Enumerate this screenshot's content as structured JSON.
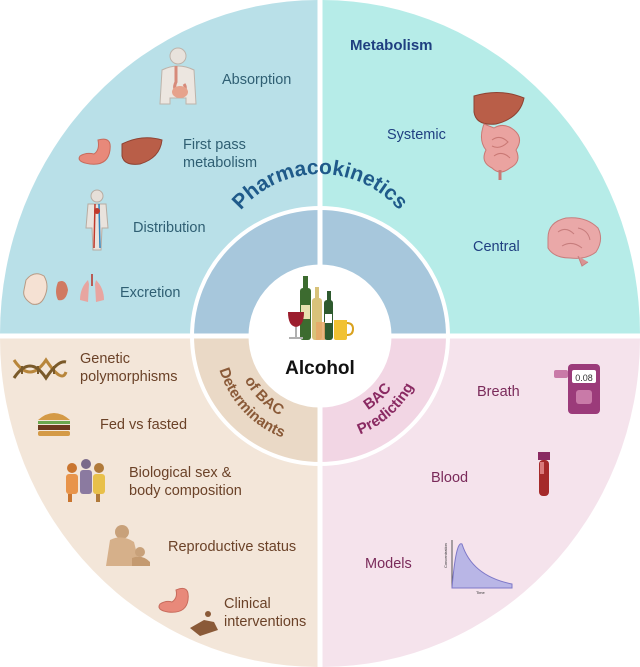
{
  "colors": {
    "pharmacokinetics": "#b9e0e8",
    "metabolism": "#b6ece8",
    "determinants": "#f3e6d9",
    "predicting": "#f5e3ec",
    "center": "#ffffff",
    "ring_pk": "#a7c7dc",
    "ring_det": "#ead9c6",
    "ring_pred": "#f2d6e4"
  },
  "center": {
    "label": "Alcohol"
  },
  "ring": {
    "pharmacokinetics": "Pharmacokinetics",
    "determinants_line1": "Determinants",
    "determinants_line2": "of BAC",
    "predicting_line1": "Predicting",
    "predicting_line2": "BAC"
  },
  "pharmacokinetics": {
    "absorption": "Absorption",
    "first_pass_line1": "First pass",
    "first_pass_line2": "metabolism",
    "distribution": "Distribution",
    "excretion": "Excretion"
  },
  "metabolism": {
    "title": "Metabolism",
    "systemic": "Systemic",
    "central": "Central"
  },
  "determinants": {
    "genetic_line1": "Genetic",
    "genetic_line2": "polymorphisms",
    "fed": "Fed vs fasted",
    "sex_line1": "Biological sex &",
    "sex_line2": "body composition",
    "reproductive": "Reproductive status",
    "clinical_line1": "Clinical",
    "clinical_line2": "interventions"
  },
  "predicting": {
    "breath": "Breath",
    "breath_device_value": "0.08",
    "blood": "Blood",
    "models": "Models",
    "graph_ylabel": "Concentration",
    "graph_xlabel": "Time"
  }
}
